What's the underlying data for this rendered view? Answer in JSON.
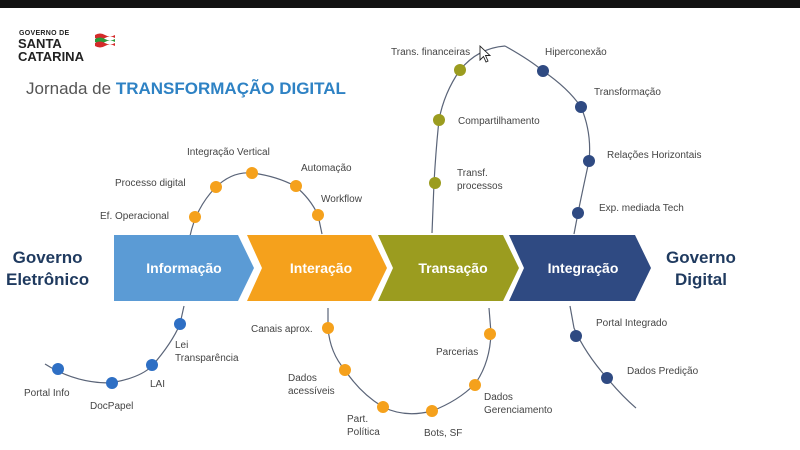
{
  "brand": {
    "line1": "GOVERNO DE",
    "line2": "SANTA",
    "line3": "CATARINA"
  },
  "title": {
    "prefix": "Jornada de",
    "highlight": "TRANSFORMAÇÃO DIGITAL"
  },
  "side_labels": {
    "left": [
      "Governo",
      "Eletrônico"
    ],
    "right": [
      "Governo",
      "Digital"
    ]
  },
  "phases": [
    "Informação",
    "Interação",
    "Transação",
    "Integração"
  ],
  "colors": {
    "informacao": "#5b9bd5",
    "interacao": "#f5a11c",
    "transacao": "#9b9c1f",
    "integracao": "#2f4a82",
    "title_highlight": "#2e82c4",
    "side_text": "#1f3a5f"
  },
  "nodes": {
    "blue": [
      "Lei Transparência",
      "LAI",
      "DocPapel",
      "Portal Info"
    ],
    "orange_top": [
      "Ef. Operacional",
      "Processo digital",
      "Integração Vertical",
      "Automação",
      "Workflow"
    ],
    "orange_bottom": [
      "Canais aprox.",
      "Dados acessíveis",
      "Part. Política",
      "Bots, SF",
      "Dados Gerenciamento",
      "Parcerias"
    ],
    "olive": [
      "Transf. processos",
      "Compartilhamento",
      "Trans. financeiras"
    ],
    "navy_top": [
      "Hiperconexão",
      "Transformação",
      "Relações Horizontais",
      "Exp. mediada Tech"
    ],
    "navy_bottom": [
      "Portal Integrado",
      "Dados Predição"
    ]
  }
}
